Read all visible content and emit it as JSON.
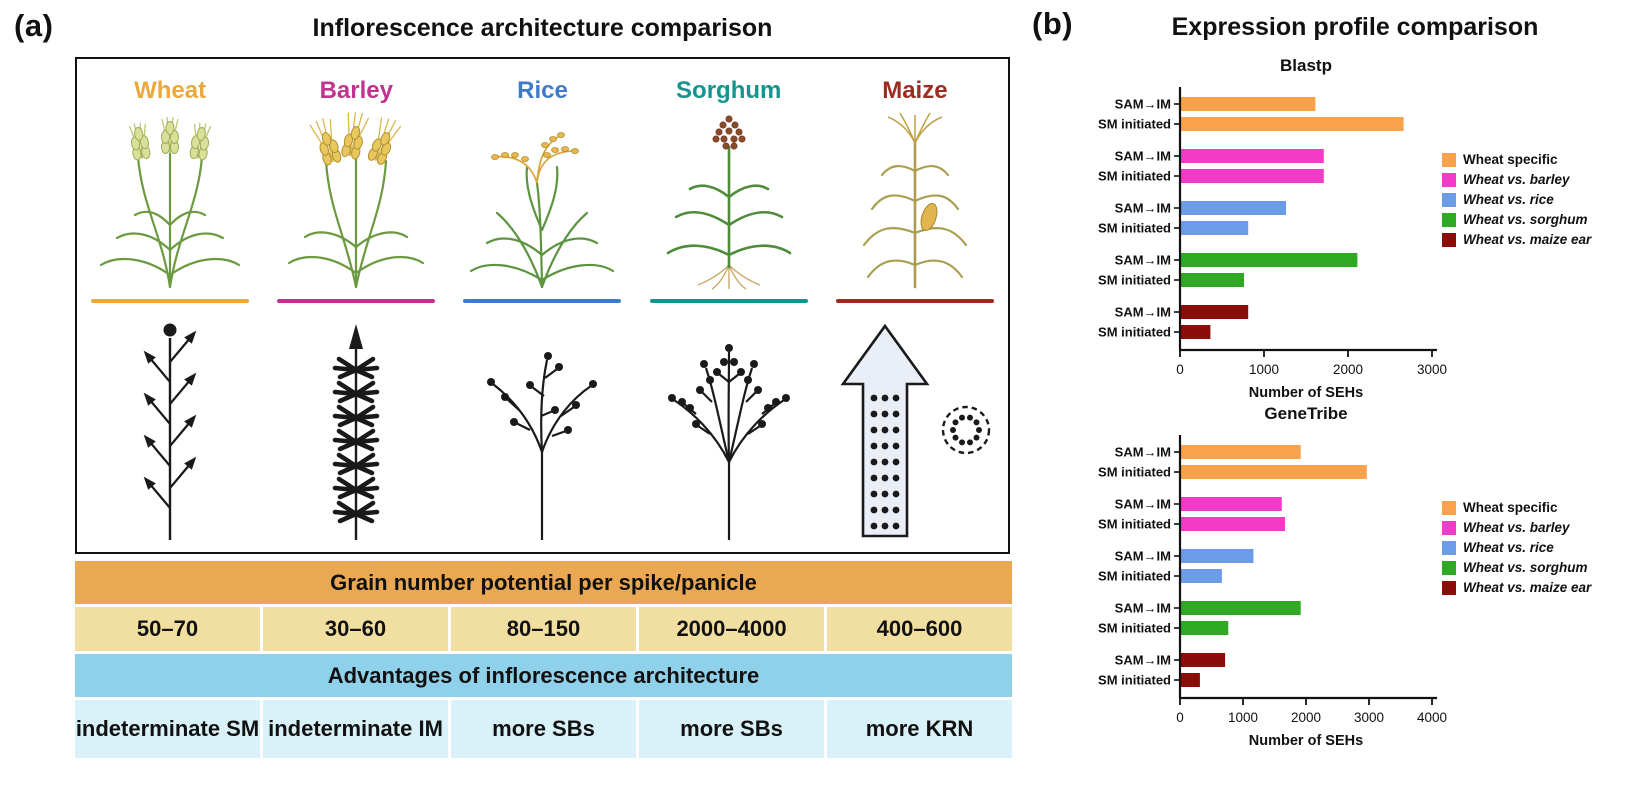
{
  "panel_a": {
    "label": "(a)",
    "title": "Inflorescence architecture comparison",
    "crops": [
      {
        "name": "Wheat",
        "color": "#EBA93C",
        "grain_number": "50–70",
        "advantage": "indeterminate SM"
      },
      {
        "name": "Barley",
        "color": "#C23390",
        "grain_number": "30–60",
        "advantage": "indeterminate IM"
      },
      {
        "name": "Rice",
        "color": "#3E7CC8",
        "grain_number": "80–150",
        "advantage": "more SBs"
      },
      {
        "name": "Sorghum",
        "color": "#14948C",
        "grain_number": "2000–4000",
        "advantage": "more SBs"
      },
      {
        "name": "Maize",
        "color": "#9C2C20",
        "grain_number": "400–600",
        "advantage": "more KRN"
      }
    ],
    "table": {
      "grain_header": "Grain number potential per spike/panicle",
      "advantages_header": "Advantages of inflorescence architecture",
      "grain_header_bg": "#E9A851",
      "grain_values_bg": "#F1DFA1",
      "advantages_header_bg": "#8FD1EB",
      "advantages_values_bg": "#D9F1F8"
    }
  },
  "panel_b": {
    "label": "(b)",
    "title": "Expression profile comparison"
  },
  "chart_data": [
    {
      "type": "bar",
      "title": "Blastp",
      "orientation": "horizontal",
      "xlabel": "Number of SEHs",
      "xlim": [
        0,
        3000
      ],
      "xticks": [
        0,
        1000,
        2000,
        3000
      ],
      "group_labels": [
        "SAM→IM",
        "SM initiated"
      ],
      "legend_position": "right",
      "series": [
        {
          "name": "Wheat specific",
          "color": "#F9A24B",
          "values": [
            1600,
            2650
          ]
        },
        {
          "name": "Wheat vs. barley",
          "color": "#F23BC9",
          "values": [
            1700,
            1700
          ]
        },
        {
          "name": "Wheat vs. rice",
          "color": "#6C9CE8",
          "values": [
            1250,
            800
          ]
        },
        {
          "name": "Wheat vs. sorghum",
          "color": "#2FA823",
          "values": [
            2100,
            750
          ]
        },
        {
          "name": "Wheat vs. maize ear",
          "color": "#8B0D09",
          "values": [
            800,
            350
          ]
        }
      ]
    },
    {
      "type": "bar",
      "title": "GeneTribe",
      "orientation": "horizontal",
      "xlabel": "Number of SEHs",
      "xlim": [
        0,
        4000
      ],
      "xticks": [
        0,
        1000,
        2000,
        3000,
        4000
      ],
      "group_labels": [
        "SAM→IM",
        "SM initiated"
      ],
      "legend_position": "right",
      "series": [
        {
          "name": "Wheat specific",
          "color": "#F9A24B",
          "values": [
            1900,
            2950
          ]
        },
        {
          "name": "Wheat vs. barley",
          "color": "#F23BC9",
          "values": [
            1600,
            1650
          ]
        },
        {
          "name": "Wheat vs. rice",
          "color": "#6C9CE8",
          "values": [
            1150,
            650
          ]
        },
        {
          "name": "Wheat vs. sorghum",
          "color": "#2FA823",
          "values": [
            1900,
            750
          ]
        },
        {
          "name": "Wheat vs. maize ear",
          "color": "#8B0D09",
          "values": [
            700,
            300
          ]
        }
      ]
    }
  ]
}
